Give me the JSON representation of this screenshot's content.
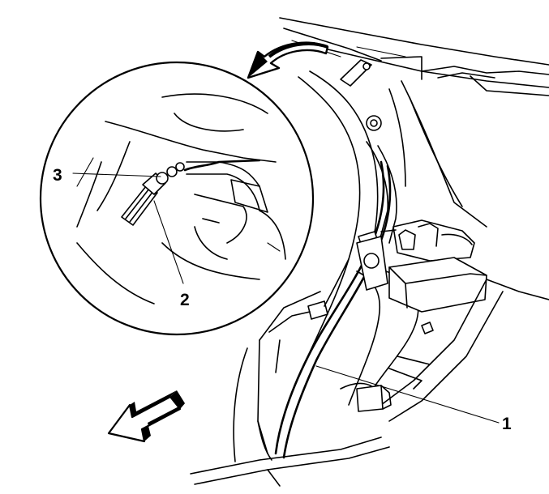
{
  "callouts": {
    "one": "1",
    "two": "2",
    "three": "3"
  },
  "colors": {
    "line": "#000000",
    "background": "#ffffff"
  },
  "icons": {
    "rotate_arrow": "curved-rotation-arrow-icon",
    "direction_arrow": "front-direction-arrow-icon"
  }
}
